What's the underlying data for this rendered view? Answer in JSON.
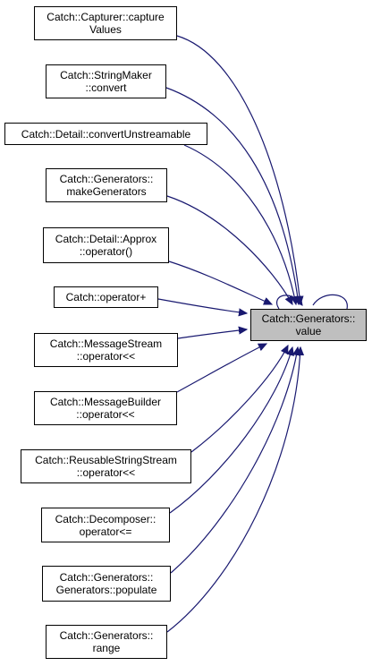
{
  "colors": {
    "edge": "#191970",
    "node_border": "#000000",
    "node_fill": "#ffffff",
    "target_fill": "#bfbfbf"
  },
  "target": {
    "lines": [
      "Catch::Generators::",
      "value"
    ]
  },
  "callers": [
    {
      "lines": [
        "Catch::Capturer::capture",
        "Values"
      ]
    },
    {
      "lines": [
        "Catch::StringMaker",
        "::convert"
      ]
    },
    {
      "lines": [
        "Catch::Detail::convertUnstreamable"
      ]
    },
    {
      "lines": [
        "Catch::Generators::",
        "makeGenerators"
      ]
    },
    {
      "lines": [
        "Catch::Detail::Approx",
        "::operator()"
      ]
    },
    {
      "lines": [
        "Catch::operator+"
      ]
    },
    {
      "lines": [
        "Catch::MessageStream",
        "::operator<<"
      ]
    },
    {
      "lines": [
        "Catch::MessageBuilder",
        "::operator<<"
      ]
    },
    {
      "lines": [
        "Catch::ReusableStringStream",
        "::operator<<"
      ]
    },
    {
      "lines": [
        "Catch::Decomposer::",
        "operator<="
      ]
    },
    {
      "lines": [
        "Catch::Generators::",
        "Generators::populate"
      ]
    },
    {
      "lines": [
        "Catch::Generators::",
        "range"
      ]
    }
  ]
}
